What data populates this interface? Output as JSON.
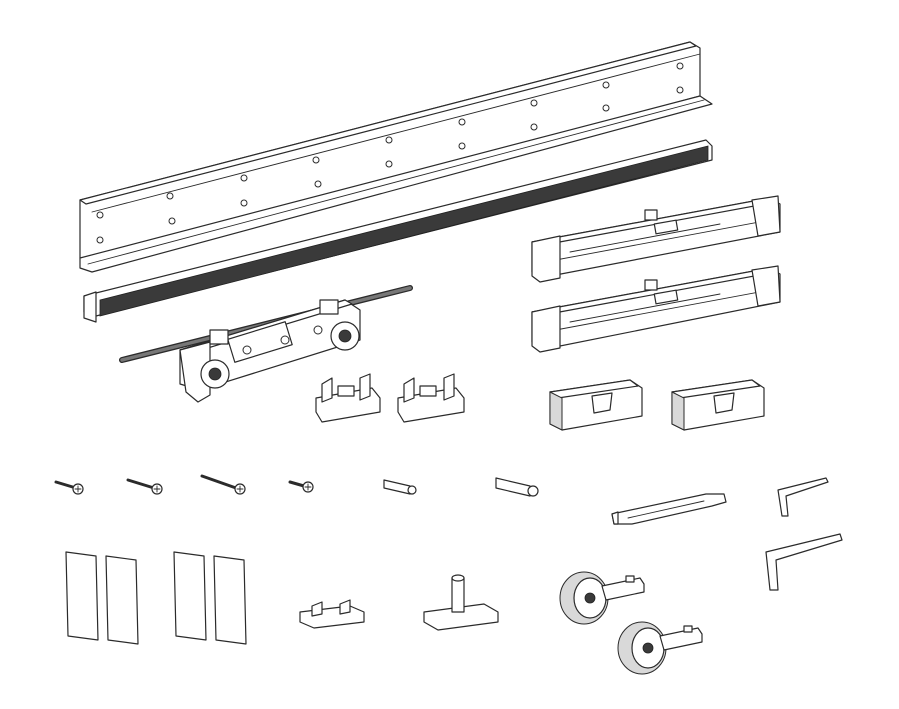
{
  "figure": {
    "parts": [
      {
        "icon": "aluminium-track-rail"
      },
      {
        "icon": "brush-seal-strip"
      },
      {
        "icon": "roller-trolley-with-rod"
      },
      {
        "icon": "door-stop-clip"
      },
      {
        "icon": "soft-close-damper"
      },
      {
        "icon": "damper-cover-cap"
      },
      {
        "icon": "wood-screw"
      },
      {
        "icon": "wall-plug-anchor"
      },
      {
        "icon": "adjustment-spanner"
      },
      {
        "icon": "hex-key"
      },
      {
        "icon": "adhesive-pad"
      },
      {
        "icon": "floor-guide"
      },
      {
        "icon": "guide-roller-wheel"
      }
    ]
  }
}
